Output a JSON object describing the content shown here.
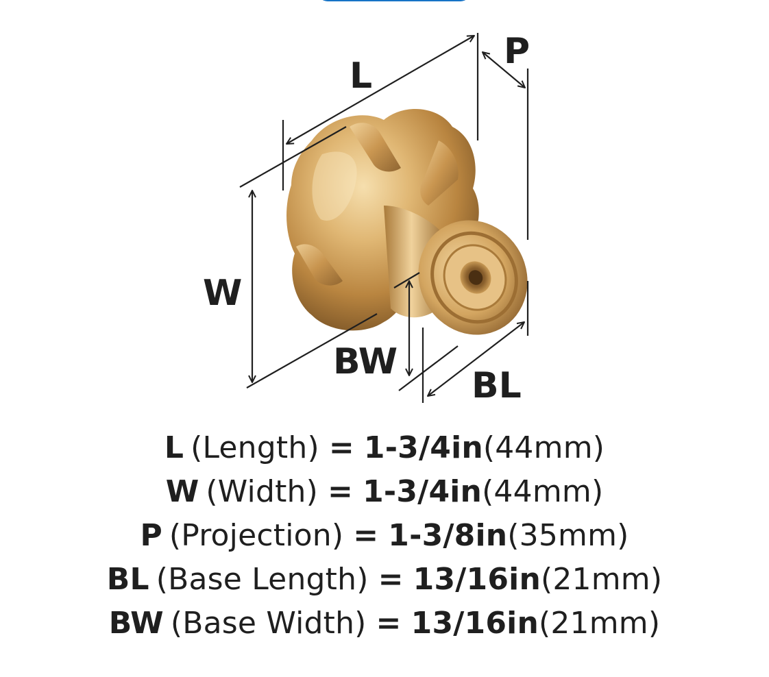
{
  "diagram": {
    "labels": {
      "L": "L",
      "P": "P",
      "W": "W",
      "BW": "BW",
      "BL": "BL"
    },
    "colors": {
      "finish_light": "#f3d7a2",
      "finish_mid": "#d3a560",
      "finish_dark": "#7a5426",
      "line": "#1f1f1f",
      "accent_button": "#1673c6"
    }
  },
  "specs": [
    {
      "code": "L",
      "name": "(Length)",
      "eq": "=",
      "imperial": "1-3/4in",
      "metric": "(44mm)"
    },
    {
      "code": "W",
      "name": "(Width)",
      "eq": "=",
      "imperial": "1-3/4in",
      "metric": "(44mm)"
    },
    {
      "code": "P",
      "name": "(Projection)",
      "eq": "=",
      "imperial": "1-3/8in",
      "metric": "(35mm)"
    },
    {
      "code": "BL",
      "name": "(Base Length)",
      "eq": "=",
      "imperial": "13/16in",
      "metric": "(21mm)"
    },
    {
      "code": "BW",
      "name": "(Base Width)",
      "eq": "=",
      "imperial": "13/16in",
      "metric": "(21mm)"
    }
  ]
}
